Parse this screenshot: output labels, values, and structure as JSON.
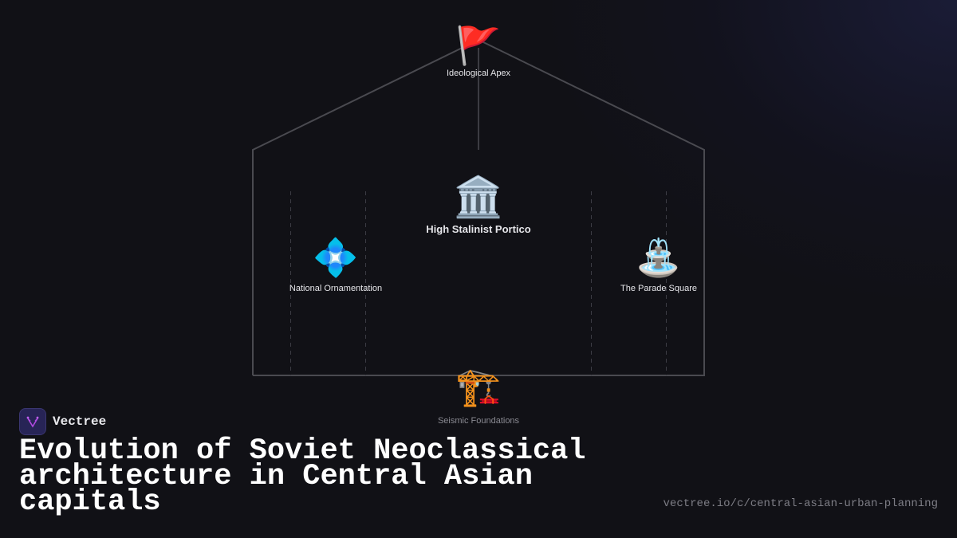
{
  "diagram": {
    "type": "house-structure",
    "nodes": {
      "apex": {
        "icon": "🚩",
        "icon_name": "red-flag-icon",
        "label": "Ideological Apex"
      },
      "center": {
        "icon": "🏛️",
        "icon_name": "classical-building-icon",
        "label": "High Stalinist Portico"
      },
      "left": {
        "icon": "💠",
        "icon_name": "diamond-ornament-icon",
        "label": "National Ornamentation"
      },
      "right": {
        "icon": "⛲",
        "icon_name": "fountain-icon",
        "label": "The Parade Square"
      },
      "foundation": {
        "icon": "🏗️",
        "icon_name": "construction-crane-icon",
        "label": "Seismic Foundations"
      }
    },
    "colors": {
      "background": "#111116",
      "outline": "#4a4a50",
      "dashed": "#3c3c44",
      "label": "#e6e6ea",
      "muted_label": "#8a8a92"
    }
  },
  "footer": {
    "brand": "Vectree",
    "title": "Evolution of Soviet Neoclassical architecture in Central Asian capitals",
    "url": "vectree.io/c/central-asian-urban-planning"
  }
}
